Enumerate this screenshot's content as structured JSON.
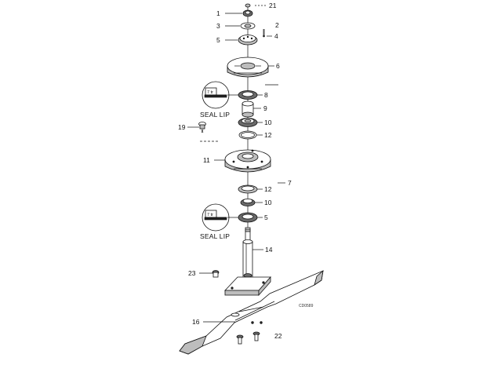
{
  "labels": {
    "l1": "1",
    "l3": "3",
    "l5a": "5",
    "l21": "21",
    "l2": "2",
    "l4": "4",
    "l6a": "6",
    "l8": "8",
    "l9": "9",
    "l10a": "10",
    "l12a": "12",
    "l19": "19",
    "l11": "11",
    "l7": "7",
    "l12b": "12",
    "l10b": "10",
    "l5b": "5",
    "l14": "14",
    "l23": "23",
    "l16": "16",
    "l22": "22"
  },
  "callouts": {
    "seal_lip_top": "SEAL LIP",
    "seal_lip_bottom": "SEAL LIP",
    "zoom_top": "7 tr",
    "zoom_bottom": "7 tr"
  },
  "drawing_code": "CD0589",
  "colors": {
    "line": "#111111",
    "shade": "#bdbdbd",
    "dark": "#6a6a6a"
  }
}
